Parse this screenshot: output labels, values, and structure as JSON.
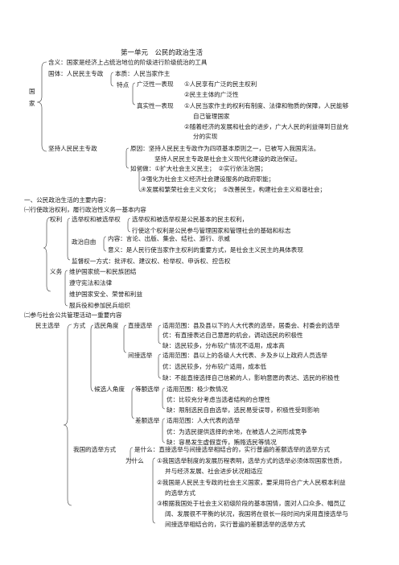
{
  "title": "第一单元　公民的政治生活",
  "guojia": {
    "label_a": "国",
    "label_b": "家",
    "hanyi": "含义：国家是经济上占统治地位的阶级进行阶级统治的工具",
    "guoti": "国体：人民民主专政",
    "benzhi": "本质：人民当家作主",
    "tedian": "特点",
    "guangfanxing": "广泛性一表现",
    "gf1": "①人民享有广泛的民主权利",
    "gf2": "②民主主体的广泛性",
    "zhenshixing": "真实性一表现",
    "zs1a": "①人民当家作主的权利有制度、法律和物质的保障，人民能够",
    "zs1b": "自己管理国家",
    "zs2a": "②随着经济的发展和社会的进步，广大人民的利益得到日益充",
    "zs2b": "分的实现",
    "jianchi": "坚持人民民主专政",
    "yuanyin1": "原因：坚持人民民主专政作为四项基本原则之一，已被写入我国宪法。",
    "yuanyin2": "坚持人民民主专政是社会主义现代化建设的政治保证。",
    "ruhe": "如何做：①扩大社会主义民主；　②实行依法治国；",
    "ruhe2": "③强化为社会主义经济社会建设服务的政府职能；",
    "ruhe3": "④发展和繁荣社会主义文化；　⑤改善民生，构建社会主义和谐社会；"
  },
  "section1": {
    "heading": "一、公民政治生活的主要内容：",
    "sub1": "㈠行使政治权利，履行政治性义务一基本内容",
    "quanli": "权利",
    "xuanju_label": "选举权和被选举权",
    "xj1": "选举权和被选举权是公民基本的民主权利，",
    "xj2": "行使这个权利是公民参与管理国家和管理社会的基础和标志",
    "zhengzhi_ziyou": "政治自由",
    "neirong": "内容：言论、出版、集会、结社、游行、示威",
    "yiyi": "意义：是人民行使当家作主权利的重要方式，是社会主义民主的具体表现",
    "jiandu": "监督权一方式：批评权、建议权、检举权、申诉权、控告权",
    "yiwu": "义务",
    "yw1": "维护国家统一和民族团结",
    "yw2": "遵守宪法和法律",
    "yw3": "维护国家安全、荣誉和利益",
    "yw4": "服兵役和参加民兵组织",
    "sub2": "㈡参与社会公共管理活动一重要内容"
  },
  "election": {
    "minzhu": "民主选举",
    "fangshi": "方式",
    "xuanmin": "选民角度",
    "zhijie": "直接选举",
    "zj_fw": "适用范围：县及县以下的人大代表的选举，居委会、村委会的选举",
    "zj_you": "优：有直接表达自己意愿的机会，调动选民的积极性",
    "zj_que": "缺：选民较多，分布较广情况不适用，成本高",
    "jianjie": "间接选举",
    "jj_fw": "适用范围：县以上的各级人大代表、乡及乡以上政府人员选举",
    "jj_you": "优：选民较多，分布较广适用，成本低",
    "jj_que": "缺：不能直接选择自己信赖的人，影响意愿的表达、选民的积极性",
    "houxuan": "候选人角度",
    "deng_e": "等额选举",
    "de_fw": "适用范围：极少数情况",
    "de_you": "优：比较充分考虑当选者结构的合理性",
    "de_que": "缺：限制选民自由选举，选民易受误导，积极性受到影响",
    "cha_e": "差额选举",
    "ce_fw": "适用范围：人大代表的选举",
    "ce_you": "优：为选民提供选择的余地，在被选人之间形成竞争",
    "ce_que": "缺：容易发生虚假宣传，贿赂选民等情况",
    "woguo": "我国的选举方式",
    "shishenme": "是什么：直接选举与间接选举相结合的，实行普遍的差额选举的选举方式",
    "weishenme": "为什么",
    "w1a": "①我国选举制度的发展历程表明，选举方式的选举必须体现国家性质，",
    "w1b": "并与经济发展、社会进步状况相适应",
    "w2a": "②我国是人民民主专政的社会主义国家，要采用符合广大人民根本利益",
    "w2b": "的选举方式",
    "w3a": "③根据我国处于社会主义初级阶段的基本国情，面对人口众多、幅员辽",
    "w3b": "阔、发展很不平衡的状况，我国将在很长一段时间内采用直接选举与",
    "w3c": "间接选举相结合的，实行普遍的差额选举的选举方式"
  }
}
